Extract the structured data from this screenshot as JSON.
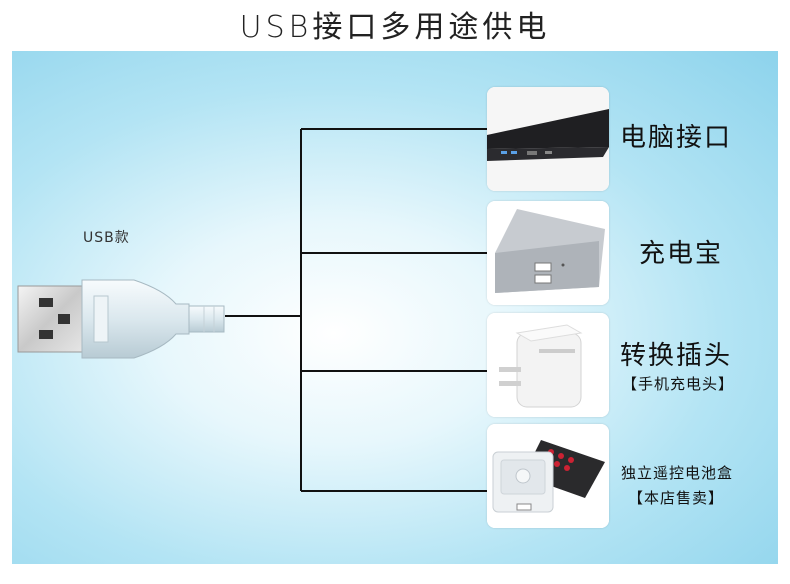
{
  "title": "USB接口多用途供电",
  "usb_label": "USB款",
  "items": [
    {
      "label": "电脑接口",
      "image": "laptop-image"
    },
    {
      "label": "充电宝",
      "image": "power-bank-image"
    },
    {
      "label": "转换插头",
      "sublabel": "【手机充电头】",
      "image": "charger-image"
    },
    {
      "label": "独立遥控电池盒",
      "sublabel": "【本店售卖】",
      "image": "battery-box-image"
    }
  ]
}
